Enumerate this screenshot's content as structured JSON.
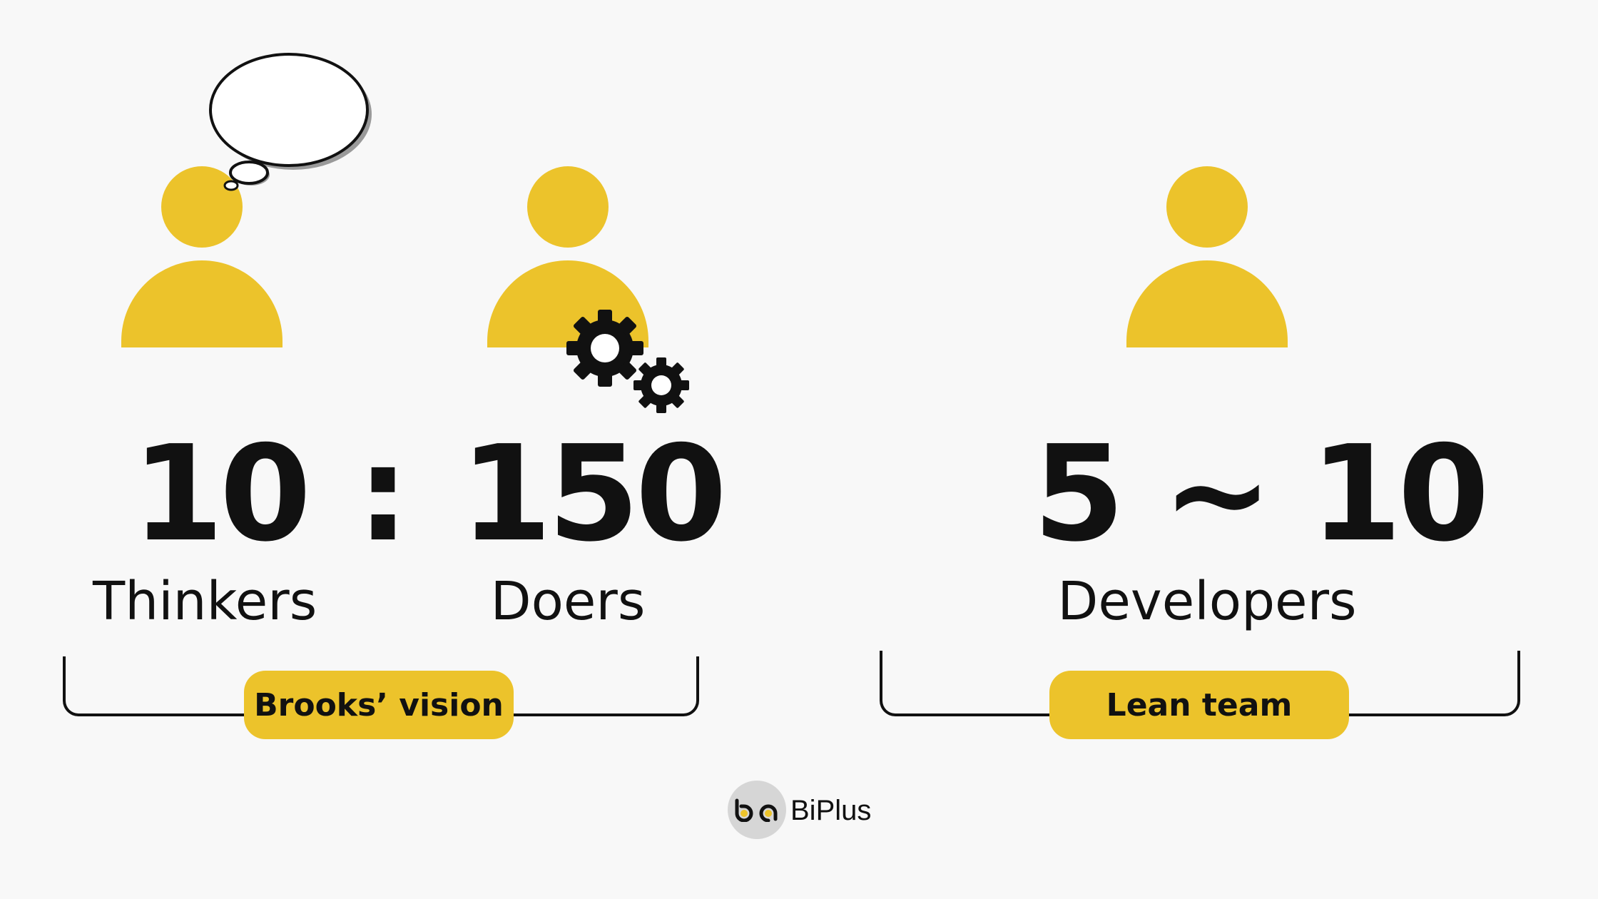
{
  "colors": {
    "background": "#f8f8f8",
    "accent_yellow": "#ecc32b",
    "text": "#111111",
    "logo_circle": "#d6d6d6"
  },
  "brooks_group": {
    "thinkers": {
      "number": "10",
      "label": "Thinkers",
      "icon": "person-with-thought-bubble-icon"
    },
    "separator": ":",
    "doers": {
      "number": "150",
      "label": "Doers",
      "icon": "person-with-gears-icon"
    },
    "pill_label": "Brooks’ vision"
  },
  "lean_group": {
    "number_range": "5 ~ 10",
    "label": "Developers",
    "icon": "person-icon",
    "pill_label": "Lean team"
  },
  "footer": {
    "logo_icon": "owl-eyes-logo-icon",
    "brand": "BiPlus"
  }
}
